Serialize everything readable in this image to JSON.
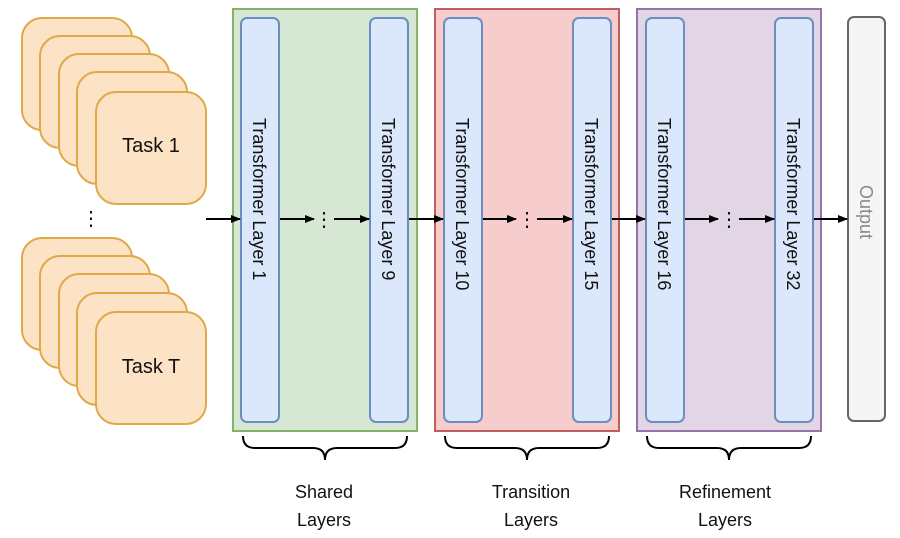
{
  "tasks": [
    {
      "label": "Task 1"
    },
    {
      "label": "Task T"
    }
  ],
  "task_ellipsis": "⋮",
  "groups": [
    {
      "layers": [
        "Transformer Layer 1",
        "Transformer Layer 9"
      ],
      "label_line1": "Shared",
      "label_line2": "Layers"
    },
    {
      "layers": [
        "Transformer Layer 10",
        "Transformer Layer 15"
      ],
      "label_line1": "Transition",
      "label_line2": "Layers"
    },
    {
      "layers": [
        "Transformer Layer 16",
        "Transformer Layer 32"
      ],
      "label_line1": "Refinement",
      "label_line2": "Layers"
    }
  ],
  "flow_ellipsis": "⋮",
  "output_label": "Output",
  "colors": {
    "task_fill": "#fde3c5",
    "task_stroke": "#e0a948",
    "shared_fill": "#d6e8d4",
    "shared_stroke": "#82b366",
    "transition_fill": "#f7cccc",
    "transition_stroke": "#c25d5d",
    "refinement_fill": "#e2d5e6",
    "refinement_stroke": "#9673a6",
    "layer_fill": "#dbe7fb",
    "layer_stroke": "#6c8ebf",
    "output_fill": "#f5f5f5",
    "output_stroke": "#666666",
    "arrow": "#000000"
  }
}
